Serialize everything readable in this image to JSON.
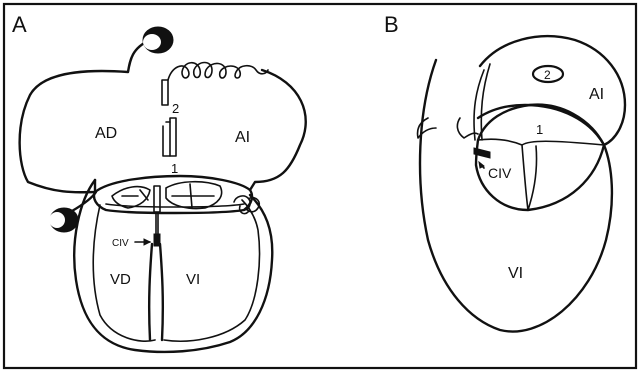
{
  "figure": {
    "panel_a": {
      "letter": "A",
      "labels": {
        "ad": "AD",
        "ai": "AI",
        "vd": "VD",
        "vi": "VI",
        "civ": "CIV",
        "one": "1",
        "two": "2"
      }
    },
    "panel_b": {
      "letter": "B",
      "labels": {
        "ai": "AI",
        "vi": "VI",
        "civ": "CIV",
        "one": "1",
        "two": "2"
      }
    }
  }
}
